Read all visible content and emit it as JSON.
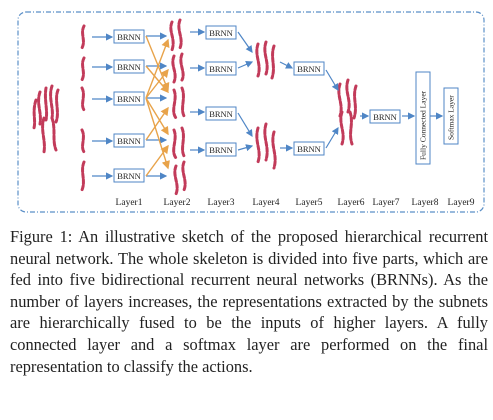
{
  "diagram": {
    "box_label": "BRNN",
    "fc_label": "Fully Connected Layer",
    "softmax_label": "Softmax Layer",
    "layer_labels": [
      "Layer1",
      "Layer2",
      "Layer3",
      "Layer4",
      "Layer5",
      "Layer6",
      "Layer7",
      "Layer8",
      "Layer9"
    ],
    "colors": {
      "border": "#5b8fc7",
      "arrow_blue": "#4f86c6",
      "arrow_orange": "#e8a34a",
      "limb_fill": "#f4d6dc",
      "limb_stroke": "#c23b5a",
      "joint": "#3d4fb0"
    }
  },
  "caption": "Figure 1: An illustrative sketch of the proposed hierarchical recurrent neural network. The whole skeleton is divided into five parts, which are fed into five bidirectional recurrent neural networks (BRNNs). As the number of layers increases, the representations extracted by the subnets are hierarchically fused to be the inputs of higher layers. A fully connected layer and a softmax layer are performed on the final representation to classify the actions."
}
